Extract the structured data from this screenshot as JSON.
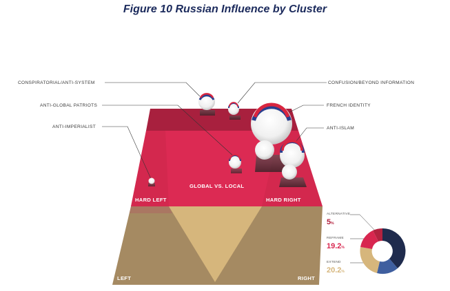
{
  "title": "Figure 10 Russian Influence by Cluster",
  "labels": {
    "conspiratorial": "CONSPIRATORIAL/ANTI-SYSTEM",
    "anti_global": "ANTI-GLOBAL PATRIOTS",
    "anti_imperialist": "ANTI-IMPERIALIST",
    "confusion": "CONFUSION/BEYOND INFORMATION",
    "french_identity": "FRENCH IDENTITY",
    "anti_islam": "ANTI-ISLAM"
  },
  "plane": {
    "global_local": "GLOBAL VS. LOCAL",
    "hard_left": "HARD LEFT",
    "hard_right": "HARD RIGHT",
    "left": "LEFT",
    "right": "RIGHT"
  },
  "legend": [
    {
      "label": "ALTERNATIVE",
      "value": "5",
      "unit": "%",
      "color": "#b3223f"
    },
    {
      "label": "REFRAME",
      "value": "19.2",
      "unit": "%",
      "color": "#d8264f"
    },
    {
      "label": "EXTEND",
      "value": "20.2",
      "unit": "%",
      "color": "#d9b87a"
    }
  ],
  "colors": {
    "red_plane": "#dc2a53",
    "red_back": "#a8203e",
    "tan_plane": "#a58a62",
    "tan_light": "#d6b67c",
    "navy": "#1f2b4d",
    "blue": "#3f5f9f"
  }
}
